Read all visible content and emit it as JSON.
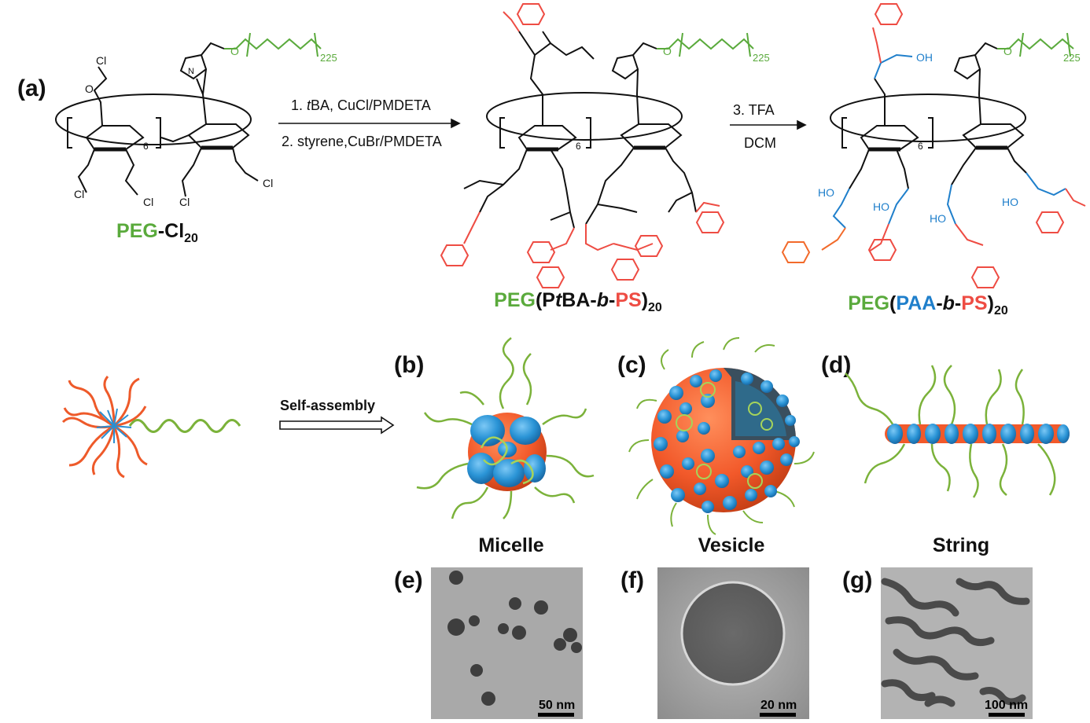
{
  "panel_labels": {
    "a": "(a)",
    "b": "(b)",
    "c": "(c)",
    "d": "(d)",
    "e": "(e)",
    "f": "(f)",
    "g": "(g)"
  },
  "compounds": {
    "start": {
      "prefix": "PEG",
      "mid": "-Cl",
      "sub": "20"
    },
    "intermediate": {
      "prefix": "PEG",
      "open": "(P",
      "tba_t": "t",
      "tba": "BA-",
      "b": "b",
      "dash": "-",
      "ps": "PS",
      "close": ")",
      "sub": "20"
    },
    "final": {
      "prefix": "PEG",
      "open": "(",
      "paa": "PAA",
      "dash1": "-",
      "b": "b",
      "dash2": "-",
      "ps": "PS",
      "close": ")",
      "sub": "20"
    }
  },
  "reaction_step1": {
    "line1_num": "1. ",
    "line1_t": "t",
    "line1_rest": "BA, CuCl/PMDETA",
    "line2": "2. styrene,CuBr/PMDETA"
  },
  "reaction_step2": {
    "line1": "3. TFA",
    "line2": "DCM"
  },
  "self_assembly_label": "Self-assembly",
  "morphologies": [
    "Micelle",
    "Vesicle",
    "String"
  ],
  "scale_bars": [
    "50 nm",
    "20 nm",
    "100 nm"
  ],
  "structure_labels": {
    "cl": "Cl",
    "o": "O",
    "oh": "OH",
    "ho": "HO",
    "n": "N",
    "six": "6",
    "peg_n": "225"
  },
  "colors": {
    "peg": "#5aaa3c",
    "ps": "#ee4c43",
    "paa": "#1f7fcb",
    "ps_orange": "#f26a2a"
  }
}
